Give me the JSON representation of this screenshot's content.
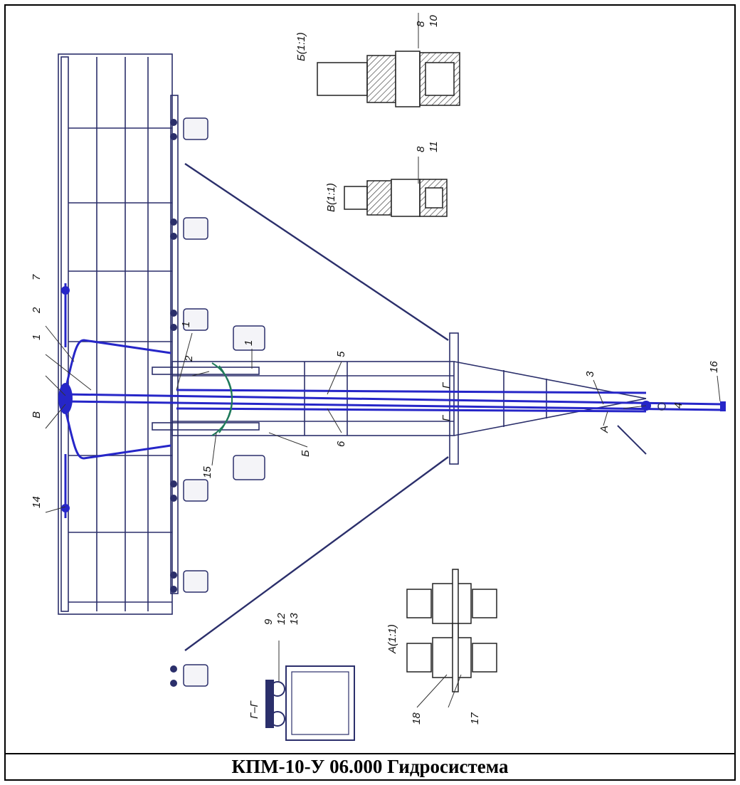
{
  "title": "КПМ-10-У 06.000 Гидросистема",
  "colors": {
    "frame": "#2b2f6b",
    "hydraulic": "#2626c8",
    "hose_green": "#1f7a5a",
    "gray": "#9a9aa6"
  },
  "views": {
    "B": {
      "label": "Б(1:1)",
      "refs": [
        "8",
        "10"
      ]
    },
    "V": {
      "label": "В(1:1)",
      "refs": [
        "8",
        "11"
      ]
    },
    "A": {
      "label": "А(1:1)",
      "refs": [
        "18",
        "17"
      ]
    },
    "G": {
      "label": "Г–Г",
      "refs": [
        "9",
        "12",
        "13"
      ]
    }
  },
  "callouts": {
    "c1a": "1",
    "c2a": "2",
    "c7": "7",
    "cV": "В",
    "c14": "14",
    "c1b": "1",
    "c2b": "2",
    "c1c": "1",
    "c15": "15",
    "cB": "Б",
    "c5": "5",
    "c6": "6",
    "cG1": "Г",
    "cG2": "Г",
    "c3": "3",
    "c4": "4",
    "c16": "16",
    "cA": "А"
  }
}
